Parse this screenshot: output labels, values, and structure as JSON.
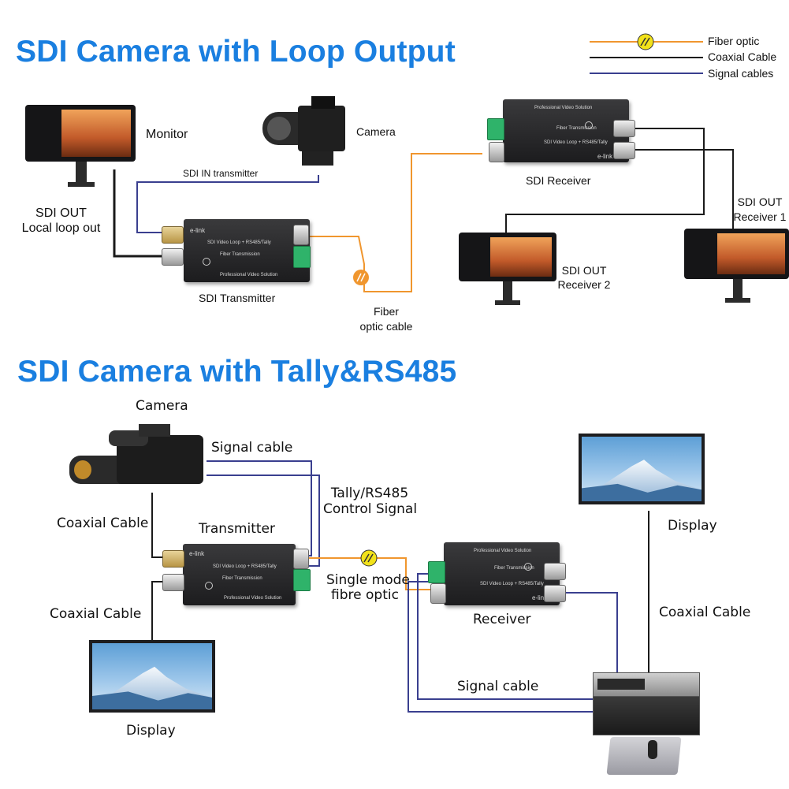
{
  "section1": {
    "title": "SDI Camera with Loop Output",
    "labels": {
      "monitor": "Monitor",
      "camera": "Camera",
      "sdi_in_transmitter": "SDI IN transmitter",
      "sdi_out_local_1": "SDI OUT",
      "sdi_out_local_2": "Local loop out",
      "sdi_transmitter": "SDI Transmitter",
      "fiber_1": "Fiber",
      "fiber_2": "optic cable",
      "sdi_receiver": "SDI Receiver",
      "receiver2_1": "SDI OUT",
      "receiver2_2": "Receiver 2",
      "receiver1_1": "SDI OUT",
      "receiver1_2": "Receiver 1"
    }
  },
  "section2": {
    "title": "SDI Camera with Tally&RS485",
    "labels": {
      "camera": "Camera",
      "signal_cable_top": "Signal cable",
      "tally_1": "Tally/RS485",
      "tally_2": "Control Signal",
      "coaxial_left_top": "Coaxial Cable",
      "transmitter": "Transmitter",
      "single_mode_1": "Single mode",
      "single_mode_2": "fibre optic",
      "coaxial_left_bottom": "Coaxial Cable",
      "receiver": "Receiver",
      "display_right": "Display",
      "coaxial_right": "Coaxial Cable",
      "signal_cable_bottom": "Signal cable",
      "display_left": "Display"
    }
  },
  "legend": {
    "fiber": "Fiber optic",
    "coax": "Coaxial Cable",
    "signal": "Signal cables"
  },
  "device_text": {
    "brand": "e-link",
    "model": "SDI Video Loop + RS485/Tally",
    "fiber_tx": "Fiber Transmission",
    "solution": "Professional Video Solution"
  },
  "colors": {
    "title": "#1a7fe0",
    "fiber": "#f0962e",
    "coax": "#1a1a1a",
    "signal": "#3a3f8f",
    "fiber_marker": "#f2e21a"
  }
}
